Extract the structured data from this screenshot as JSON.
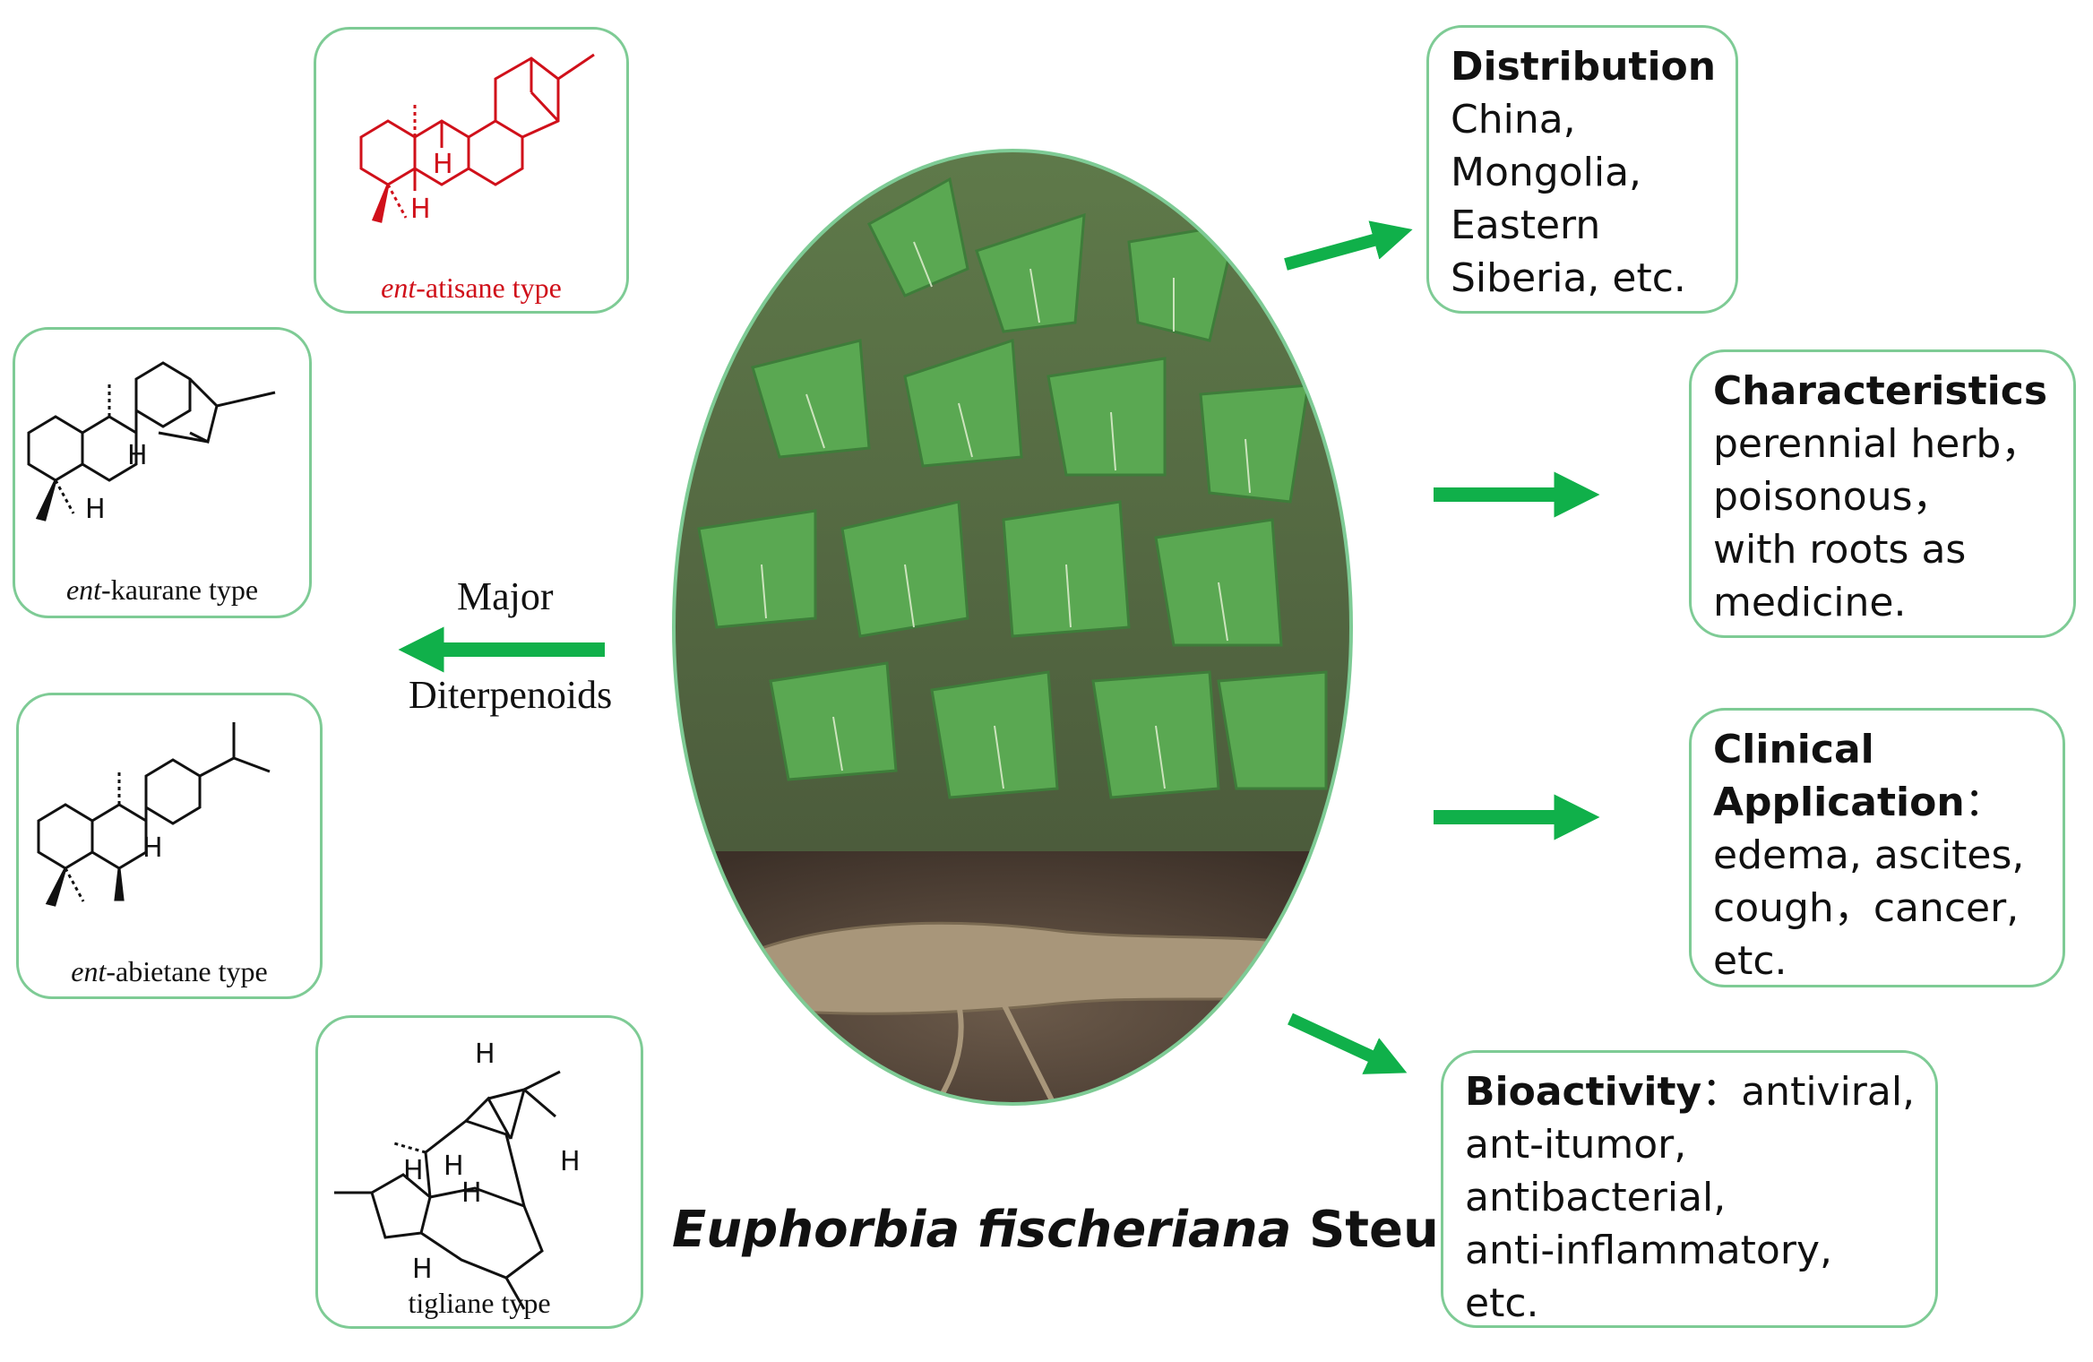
{
  "structures": [
    {
      "prefix": "ent",
      "suffix": "-atisane type",
      "color": "#d0101a"
    },
    {
      "prefix": "ent",
      "suffix": "-kaurane type",
      "color": "#111111"
    },
    {
      "prefix": "ent",
      "suffix": "-abietane type",
      "color": "#111111"
    },
    {
      "prefix": "",
      "suffix": "tigliane type",
      "color": "#111111"
    }
  ],
  "atom_label": "H",
  "left_label": {
    "line1": "Major",
    "line2": "Diterpenoids"
  },
  "species": {
    "genus_species": "Euphorbia fischeriana",
    "author": "Steud."
  },
  "info": {
    "distribution": {
      "title": "Distribution",
      "lines": [
        "China,",
        "Mongolia,",
        "Eastern",
        "Siberia, etc."
      ]
    },
    "characteristics": {
      "title": "Characteristics",
      "lines": [
        "perennial herb，",
        "poisonous，",
        "with roots as",
        "medicine."
      ]
    },
    "clinical": {
      "title_line1": "Clinical",
      "title_line2": "Application",
      "colon": "：",
      "lines": [
        "edema, ascites,",
        "cough，cancer,",
        "etc."
      ]
    },
    "bioactivity": {
      "title": "Bioactivity",
      "first_line_rest": "：antiviral,",
      "lines": [
        "ant-itumor,",
        "antibacterial,",
        "anti-inflammatory,",
        "etc."
      ]
    }
  },
  "colors": {
    "arrow": "#10b04a",
    "box_border": "#7ecb95",
    "structure_red": "#d0101a"
  },
  "photo": {
    "upper": "plant-leaves",
    "lower": "root"
  }
}
